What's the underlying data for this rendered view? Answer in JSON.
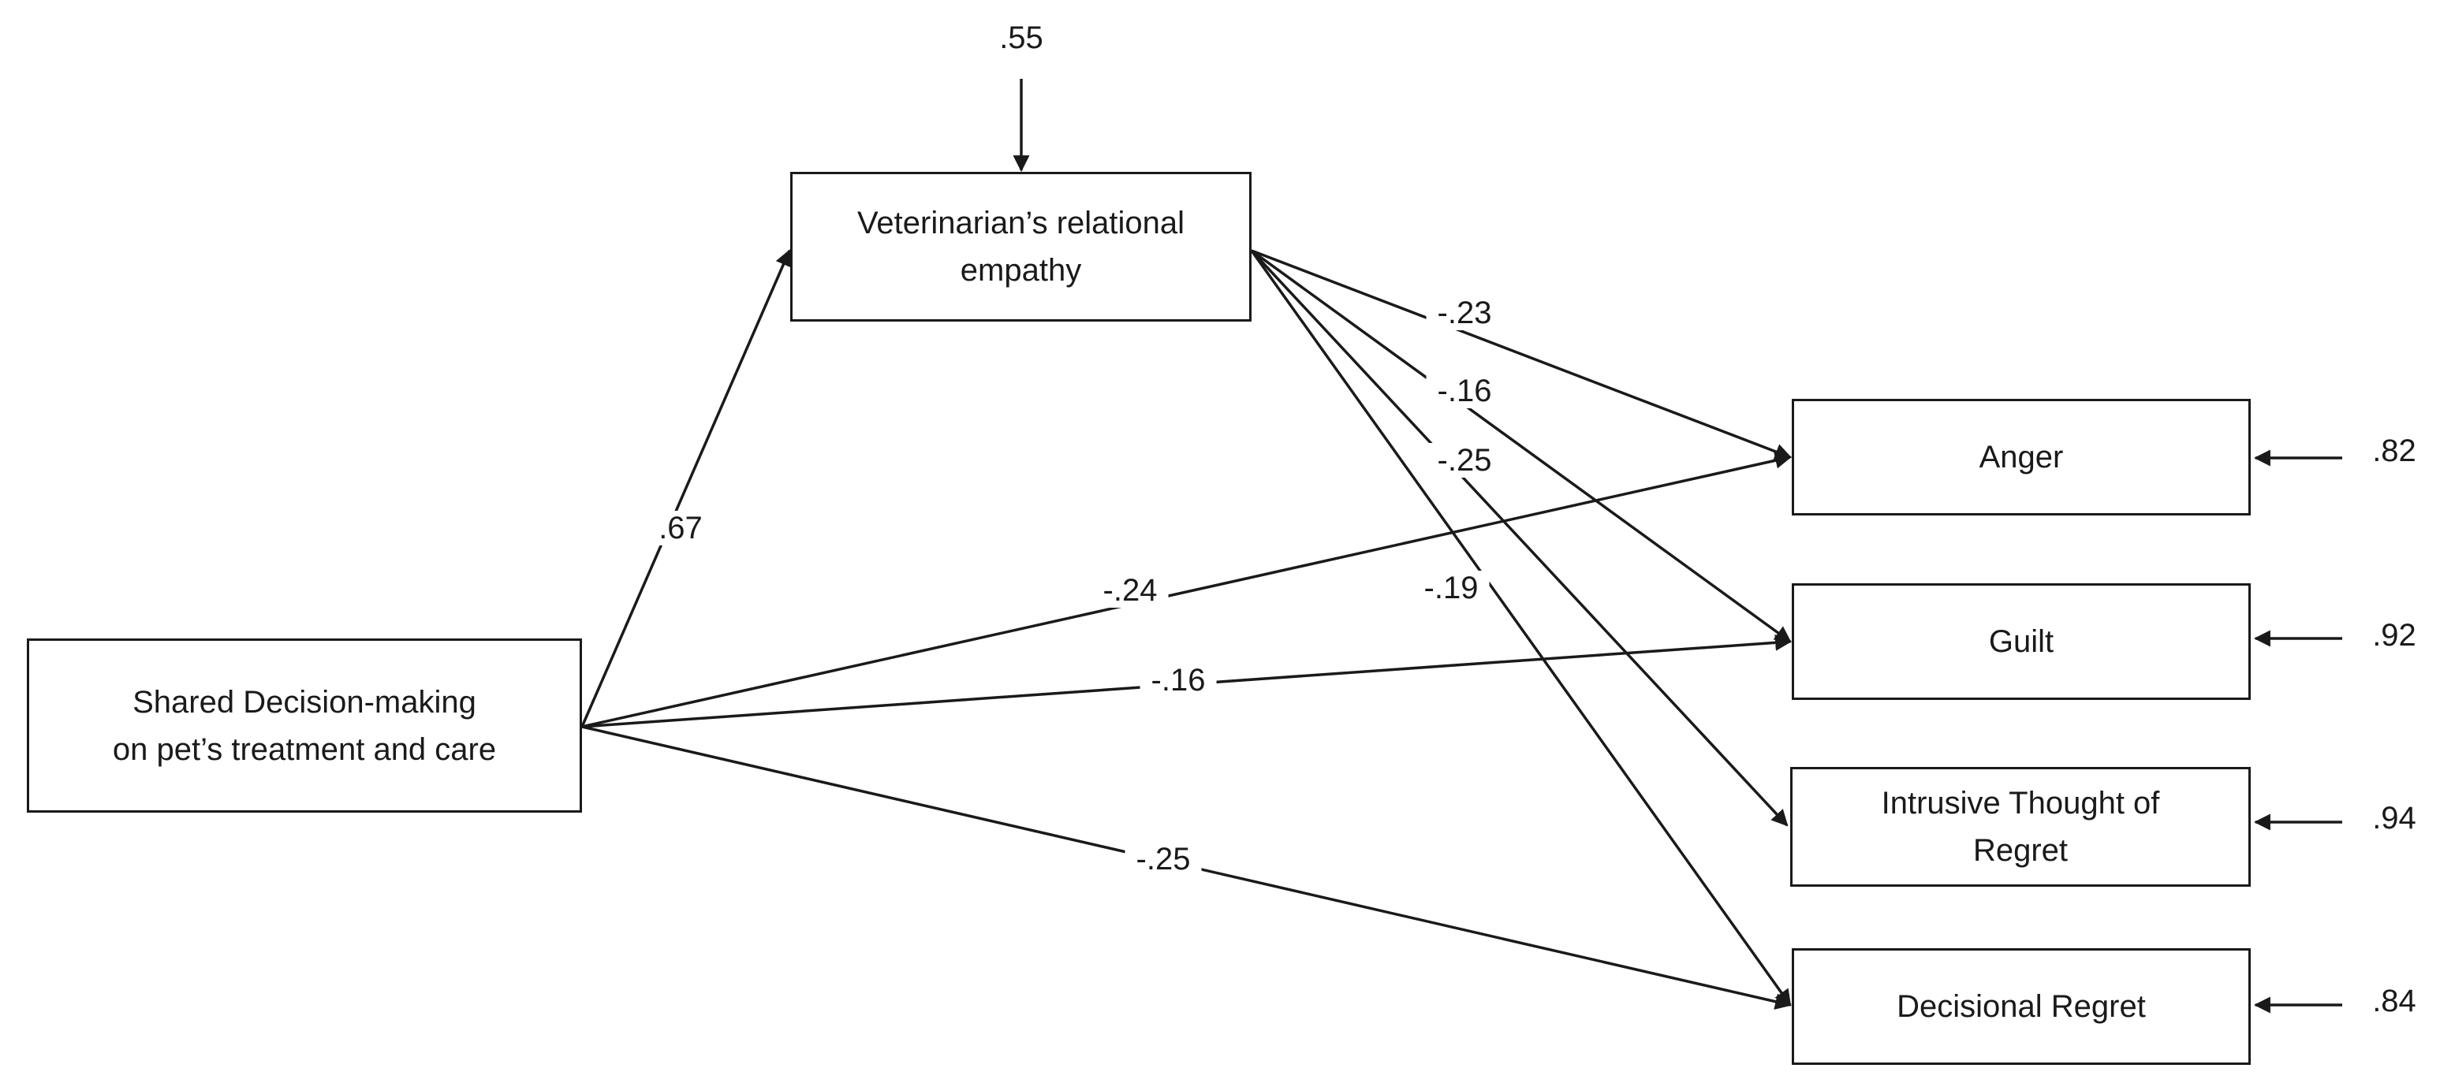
{
  "nodes": {
    "empathy": {
      "line1": "Veterinarian’s relational",
      "line2": "empathy"
    },
    "shared": {
      "line1": "Shared Decision-making",
      "line2": "on pet’s treatment  and care"
    },
    "anger": {
      "label": "Anger"
    },
    "guilt": {
      "label": "Guilt"
    },
    "intrusive": {
      "line1": "Intrusive Thought of",
      "line2": "Regret"
    },
    "regret": {
      "label": "Decisional Regret"
    }
  },
  "paths": {
    "shared_to_empathy": ".67",
    "empathy_to_anger": "-.23",
    "empathy_to_guilt": "-.16",
    "empathy_to_intrusive": "-.25",
    "empathy_to_regret": "-.19",
    "shared_to_anger": "-.24",
    "shared_to_guilt": "-.16",
    "shared_to_regret": "-.25"
  },
  "residuals": {
    "empathy": ".55",
    "anger": ".82",
    "guilt": ".92",
    "intrusive": ".94",
    "regret": ".84"
  }
}
